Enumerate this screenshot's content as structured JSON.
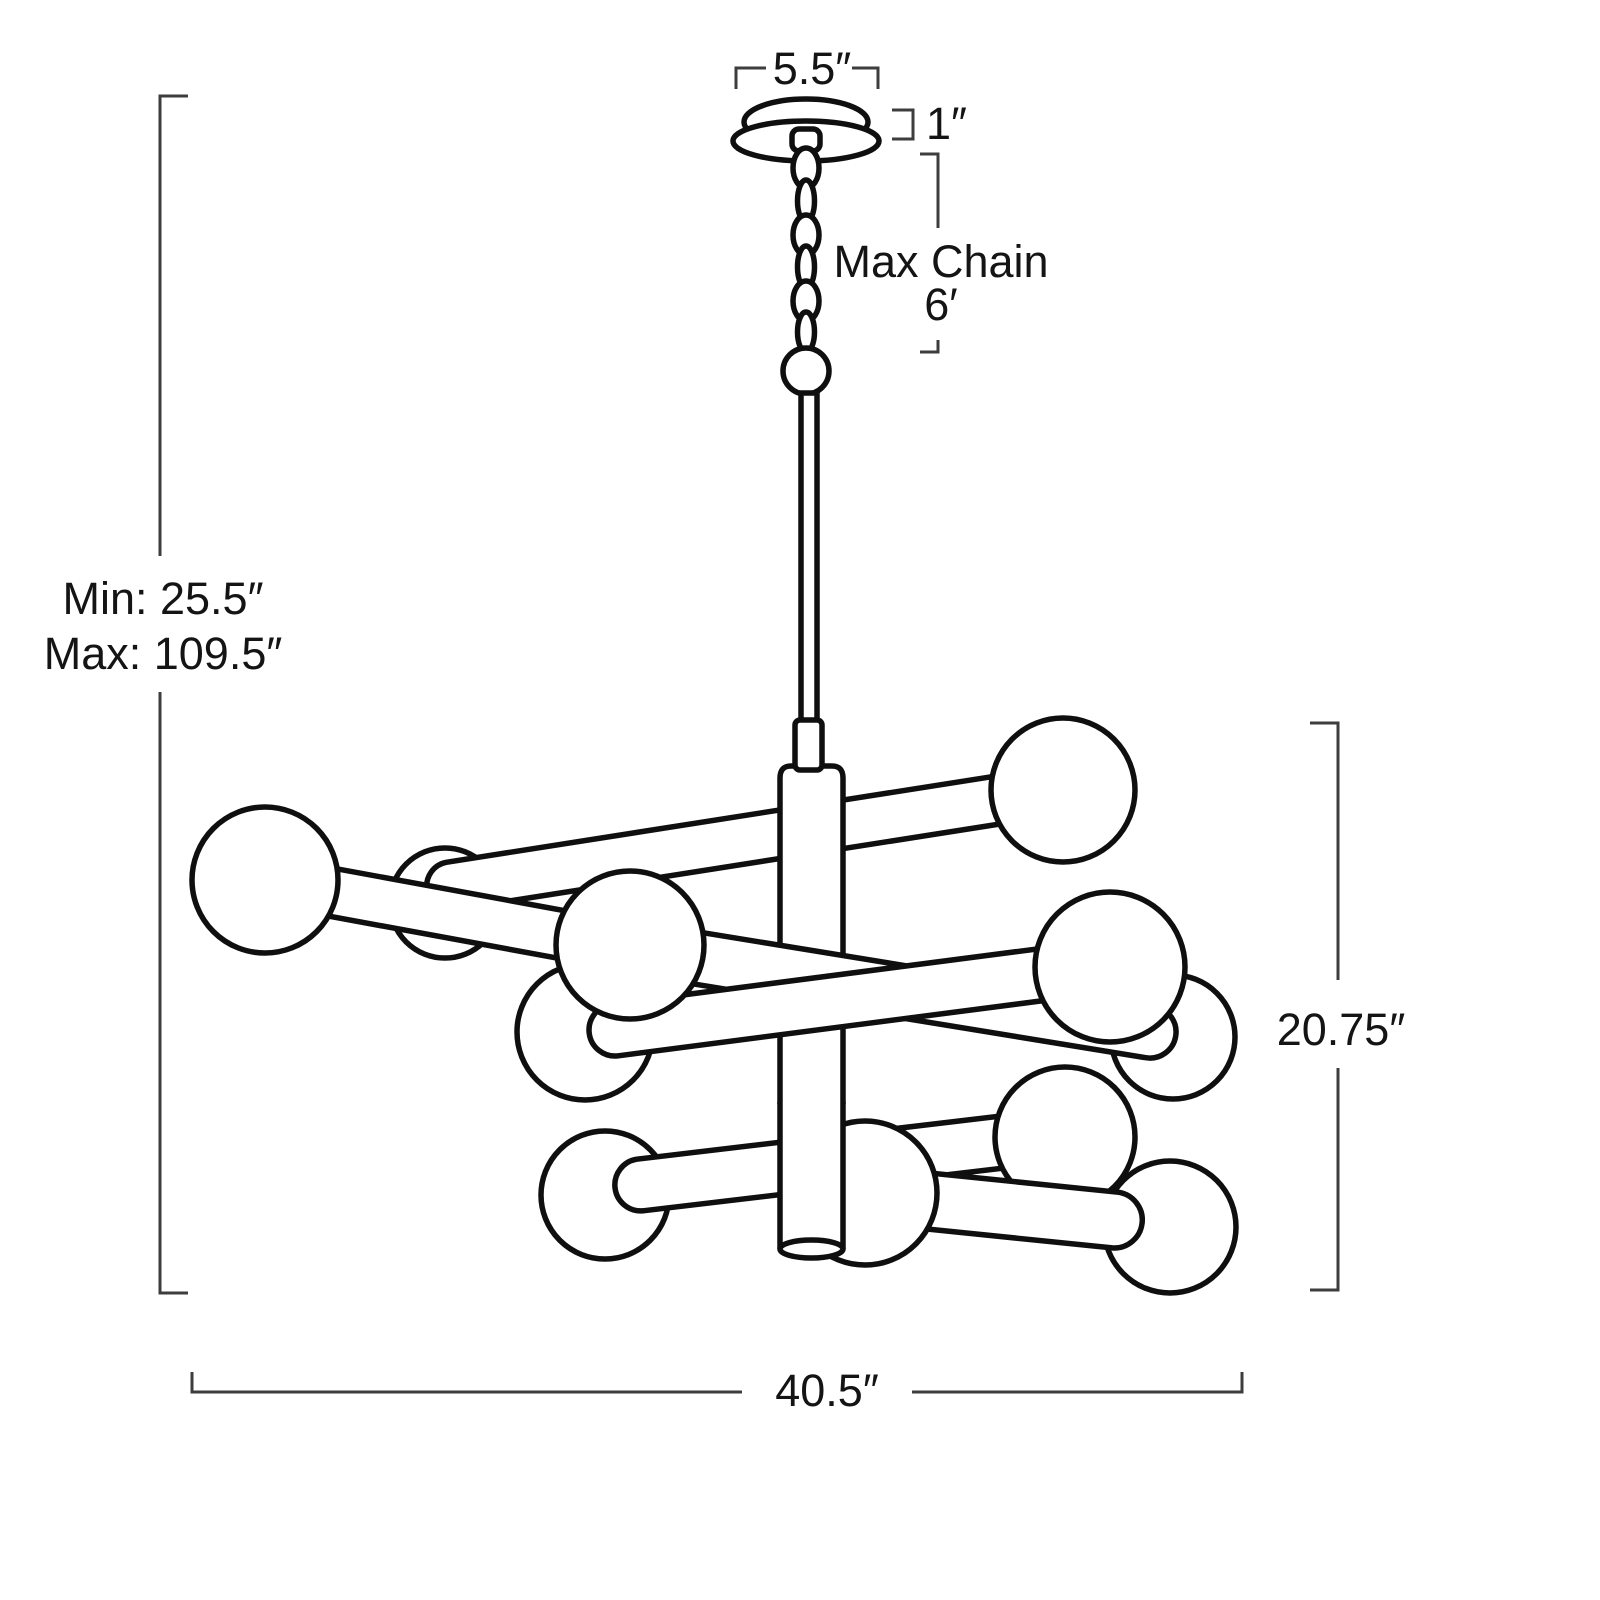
{
  "diagram": {
    "type": "product-dimension-drawing",
    "subject": "sputnik chandelier with chain mount",
    "colors": {
      "background": "#ffffff",
      "fixture_line": "#0f0f0f",
      "dimension_line": "#3d3d3d",
      "text": "#141414"
    },
    "labels": {
      "canopy_width": "5.5″",
      "canopy_height": "1″",
      "max_chain_line1": "Max Chain",
      "max_chain_line2": "6′",
      "hanging_min": "Min: 25.5″",
      "hanging_max": "Max: 109.5″",
      "fixture_height": "20.75″",
      "fixture_width": "40.5″"
    }
  }
}
